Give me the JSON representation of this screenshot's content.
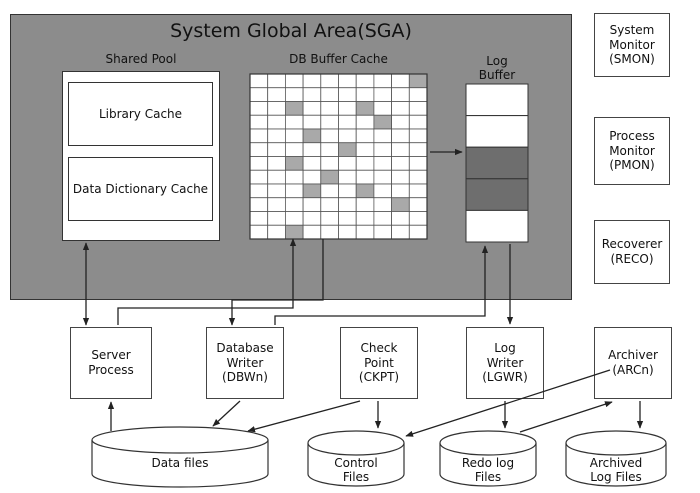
{
  "sga": {
    "title": "System Global Area(SGA)"
  },
  "shared_pool": {
    "label": "Shared Pool",
    "library_cache": "Library Cache",
    "data_dictionary_cache": "Data Dictionary Cache"
  },
  "db_buffer_cache": {
    "label": "DB Buffer Cache",
    "rows": 12,
    "cols": 10,
    "filled_cells": [
      [
        0,
        9
      ],
      [
        2,
        2
      ],
      [
        2,
        6
      ],
      [
        3,
        7
      ],
      [
        4,
        3
      ],
      [
        5,
        5
      ],
      [
        6,
        2
      ],
      [
        7,
        4
      ],
      [
        8,
        3
      ],
      [
        8,
        6
      ],
      [
        9,
        8
      ],
      [
        11,
        2
      ]
    ]
  },
  "log_buffer": {
    "label": "Log\nBuffer",
    "sections": [
      {
        "fill": "#ffffff"
      },
      {
        "fill": "#ffffff"
      },
      {
        "fill": "#6e6e6e"
      },
      {
        "fill": "#6e6e6e"
      },
      {
        "fill": "#ffffff"
      }
    ]
  },
  "side_processes": {
    "smon": "System\nMonitor\n(SMON)",
    "pmon": "Process\nMonitor\n(PMON)",
    "reco": "Recoverer\n(RECO)"
  },
  "processes": {
    "server": "Server\nProcess",
    "dbwn": "Database\nWriter\n(DBWn)",
    "ckpt": "Check\nPoint\n(CKPT)",
    "lgwr": "Log\nWriter\n(LGWR)",
    "arcn": "Archiver\n(ARCn)"
  },
  "storage": {
    "data_files": "Data files",
    "control_files": "Control\nFiles",
    "redo_log_files": "Redo log\nFiles",
    "archived_log_files": "Archived\nLog Files"
  },
  "colors": {
    "sga_fill": "#8c8c8c",
    "cell_fill": "#a9a9a9",
    "log_fill": "#6e6e6e"
  }
}
